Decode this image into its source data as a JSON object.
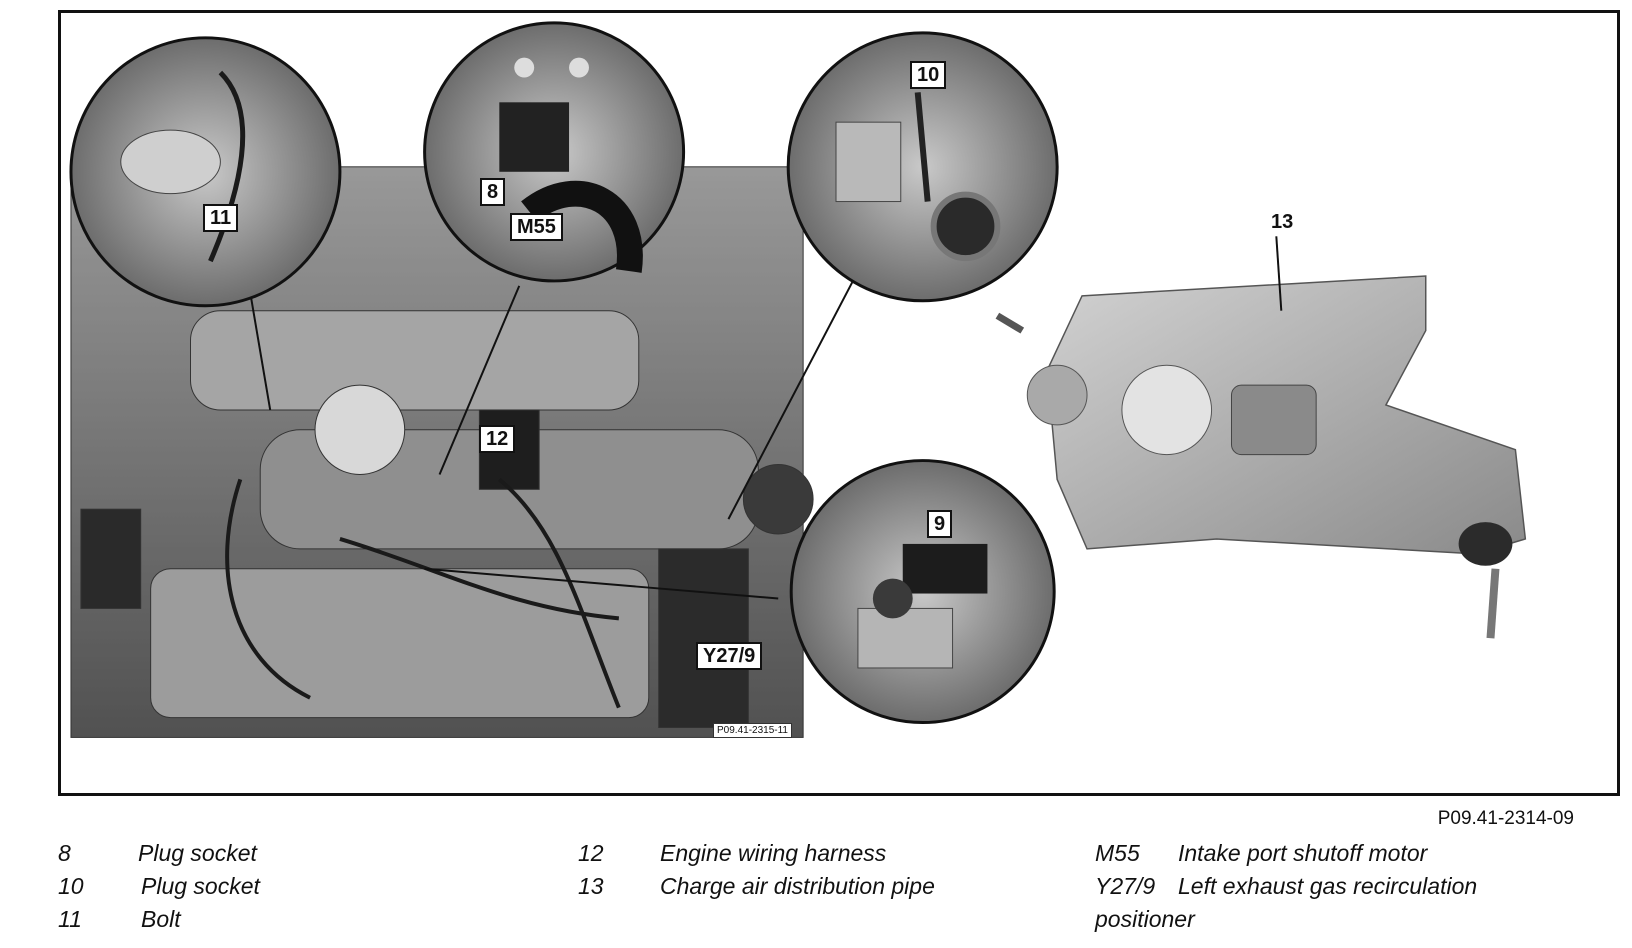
{
  "figure": {
    "photo_id_inner": "P09.41-2315-11",
    "figure_id": "P09.41-2314-09"
  },
  "callouts": {
    "c8": "8",
    "c10": "10",
    "c11": "11",
    "c12": "12",
    "c13": "13",
    "c9": "9",
    "cM55": "M55",
    "cY279": "Y27/9"
  },
  "legend": [
    {
      "key": "8",
      "desc": "Plug socket"
    },
    {
      "key": "10",
      "desc": "Plug socket"
    },
    {
      "key": "11",
      "desc": "Bolt"
    },
    {
      "key": "12",
      "desc": "Engine wiring harness"
    },
    {
      "key": "13",
      "desc": "Charge air distribution pipe"
    },
    {
      "key": "M55",
      "desc": "Intake port shutoff motor"
    },
    {
      "key": "Y27/9",
      "desc": "Left exhaust gas recirculation"
    },
    {
      "key": "",
      "desc": "positioner"
    }
  ]
}
